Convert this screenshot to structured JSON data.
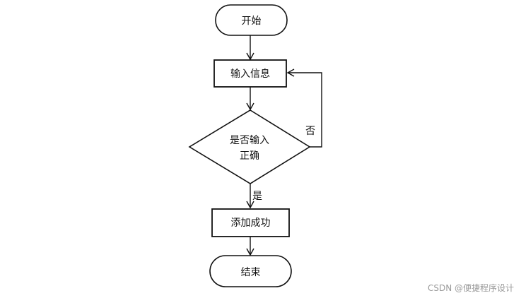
{
  "diagram": {
    "nodes": {
      "start": "开始",
      "input": "输入信息",
      "check_line1": "是否输入",
      "check_line2": "正确",
      "add": "添加成功",
      "end": "结束"
    },
    "edges": {
      "no_label": "否",
      "yes_label": "是"
    }
  },
  "watermark": "CSDN @便捷程序设计"
}
